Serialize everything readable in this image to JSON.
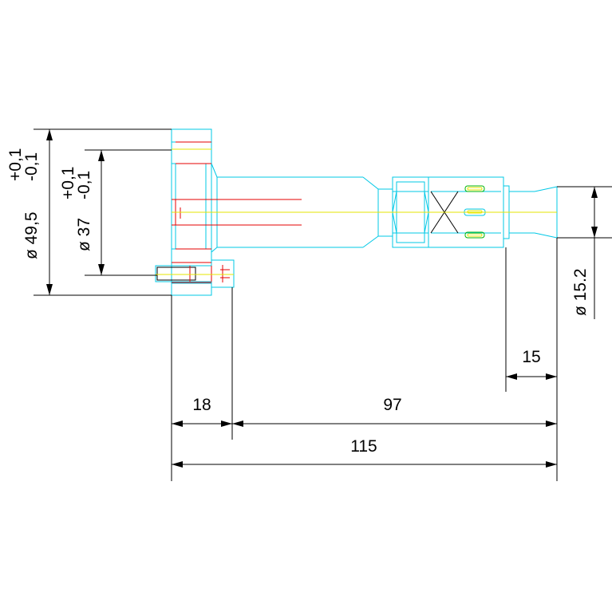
{
  "colors": {
    "background": "#ffffff",
    "part_outline": "#00c8e6",
    "dimension": "#000000",
    "hidden_red": "#e60000",
    "centerline": "#e6e600",
    "detail_green": "#00b400"
  },
  "dimensions": {
    "outer_diameter": {
      "prefix": "ø 49,5",
      "tol_upper": "+0,1",
      "tol_lower": "-0,1"
    },
    "inner_diameter": {
      "prefix": "ø 37",
      "tol_upper": "+0,1",
      "tol_lower": "-0,1"
    },
    "tip_diameter": "ø 15.2",
    "flange_length": "18",
    "body_length": "97",
    "total_length": "115",
    "tip_length": "15"
  }
}
